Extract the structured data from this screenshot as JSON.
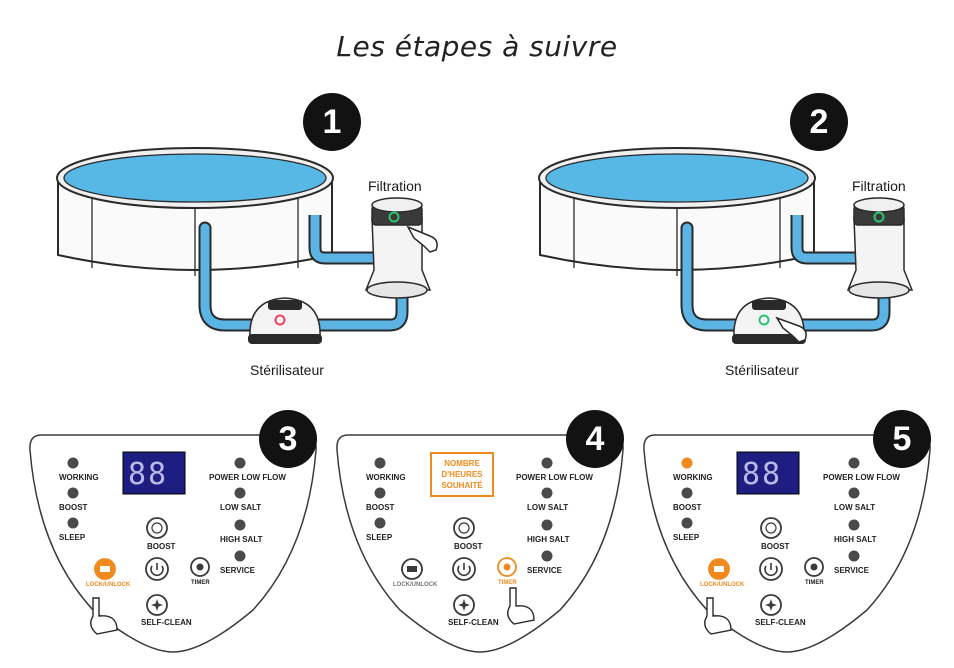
{
  "title": "Les étapes à suivre",
  "colors": {
    "water": "#57b8e6",
    "pipe": "#5bb4e4",
    "orange": "#f08a1e",
    "display": "#1e1e82",
    "black": "#121212",
    "green": "#2cc56f",
    "red": "#e8445a"
  },
  "steps": [
    {
      "number": "1",
      "filtration_label": "Filtration",
      "sterilizer_label": "Stérilisateur"
    },
    {
      "number": "2",
      "filtration_label": "Filtration",
      "sterilizer_label": "Stérilisateur"
    }
  ],
  "panels": [
    {
      "number": "3",
      "display": "88",
      "left_labels": [
        "WORKING",
        "BOOST",
        "SLEEP"
      ],
      "right_labels": [
        "POWER LOW FLOW",
        "LOW SALT",
        "HIGH SALT",
        "SERVICE"
      ],
      "boost_label": "BOOST",
      "lock_label": "LOCK/UNLOCK",
      "timer_label": "TIMER",
      "selfclean_label": "SELF-CLEAN",
      "highlight": "lock"
    },
    {
      "number": "4",
      "display_text": "NOMBRE D'HEURES SOUHAITÉ",
      "left_labels": [
        "WORKING",
        "BOOST",
        "SLEEP"
      ],
      "right_labels": [
        "POWER LOW FLOW",
        "LOW SALT",
        "HIGH SALT",
        "SERVICE"
      ],
      "boost_label": "BOOST",
      "lock_label": "LOCK/UNLOCK",
      "timer_label": "TIMER",
      "selfclean_label": "SELF-CLEAN",
      "highlight": "timer"
    },
    {
      "number": "5",
      "display": "88",
      "left_labels": [
        "WORKING",
        "BOOST",
        "SLEEP"
      ],
      "right_labels": [
        "POWER LOW FLOW",
        "LOW SALT",
        "HIGH SALT",
        "SERVICE"
      ],
      "boost_label": "BOOST",
      "lock_label": "LOCK/UNLOCK",
      "timer_label": "TIMER",
      "selfclean_label": "SELF-CLEAN",
      "highlight": "lock-working"
    }
  ]
}
